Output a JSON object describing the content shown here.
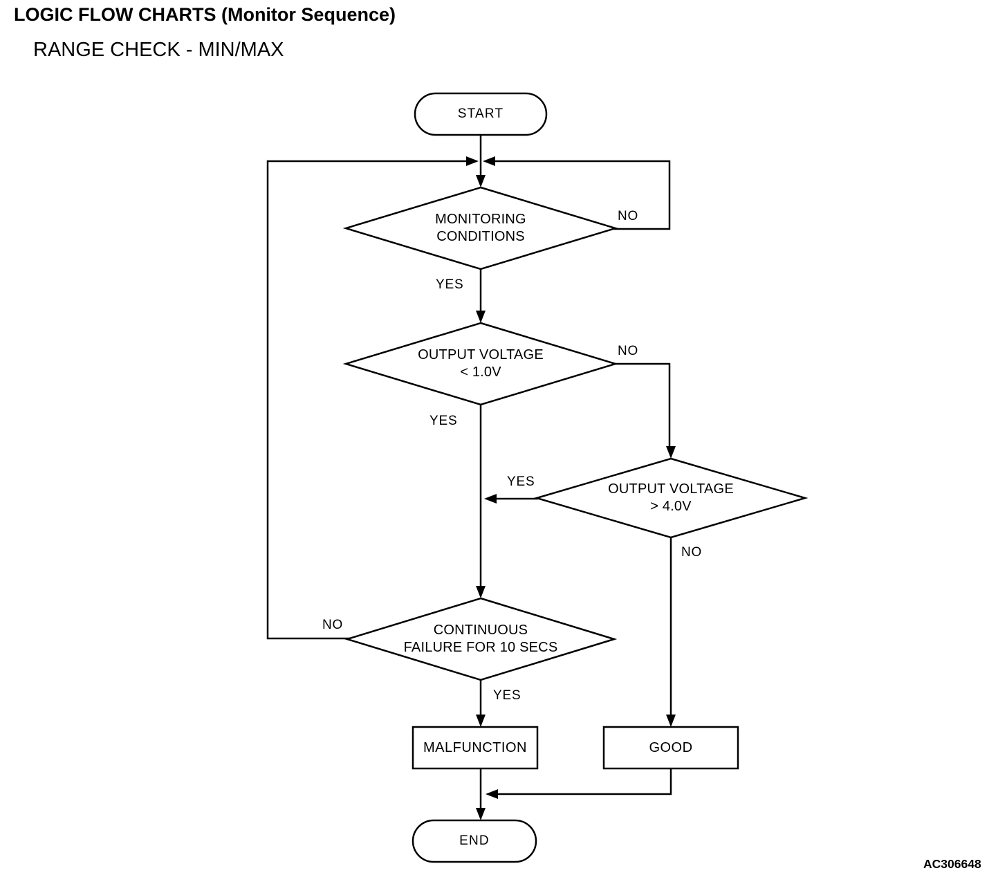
{
  "header": {
    "title": "LOGIC FLOW CHARTS (Monitor Sequence)",
    "subtitle": "RANGE CHECK - MIN/MAX"
  },
  "figure_code": "AC306648",
  "flowchart": {
    "nodes": {
      "start": "START",
      "monitoring_conditions": "MONITORING\nCONDITIONS",
      "output_voltage_min": "OUTPUT VOLTAGE\n< 1.0V",
      "output_voltage_max": "OUTPUT VOLTAGE\n> 4.0V",
      "continuous_failure": "CONTINUOUS\nFAILURE FOR 10 SECS",
      "malfunction": "MALFUNCTION",
      "good": "GOOD",
      "end": "END"
    },
    "edge_labels": {
      "monitoring_no": "NO",
      "monitoring_yes": "YES",
      "voltage_min_no": "NO",
      "voltage_min_yes": "YES",
      "voltage_max_yes": "YES",
      "voltage_max_no": "NO",
      "continuous_no": "NO",
      "continuous_yes": "YES"
    }
  }
}
